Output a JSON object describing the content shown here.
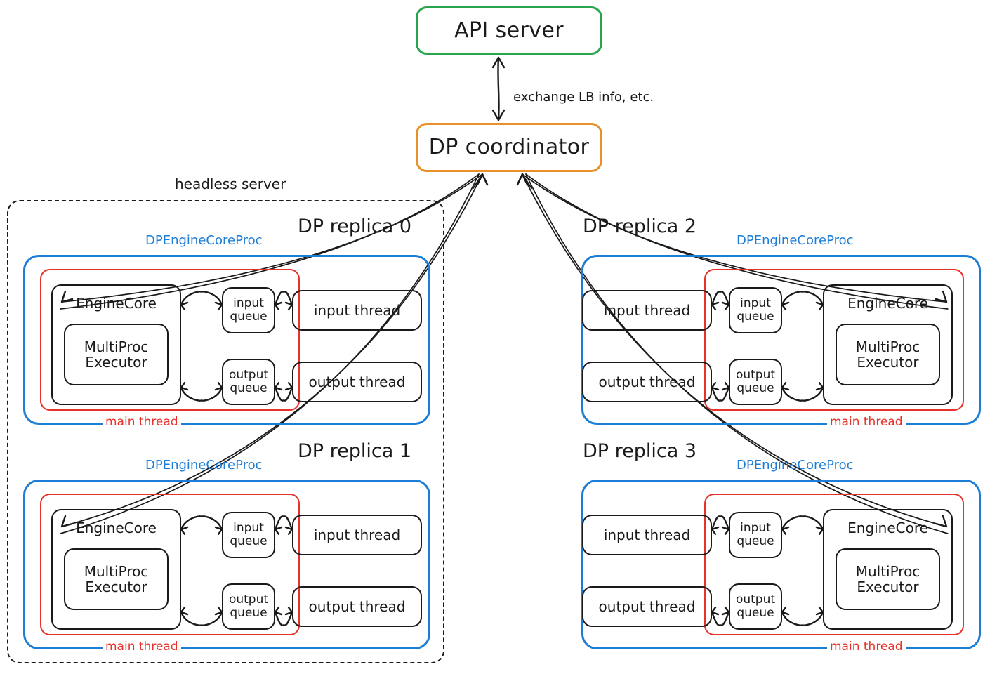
{
  "palette": {
    "green": "#2ba44e",
    "orange": "#e8912a",
    "blue": "#1c7dd6",
    "red": "#e8312a",
    "ink": "#1a1a1a"
  },
  "top": {
    "api_server": "API server",
    "dp_coordinator": "DP coordinator",
    "edge_label": "exchange LB info, etc."
  },
  "enclosure": {
    "headless_server": "headless server"
  },
  "node_labels": {
    "engine_core": "EngineCore",
    "multiproc_executor": "MultiProc\nExecutor",
    "input_queue": "input\nqueue",
    "output_queue": "output\nqueue",
    "input_thread": "input thread",
    "output_thread": "output thread",
    "proc": "DPEngineCoreProc",
    "main_thread": "main thread"
  },
  "replicas": [
    {
      "id": 0,
      "title": "DP replica 0",
      "side": "left",
      "in_headless": true
    },
    {
      "id": 1,
      "title": "DP replica 1",
      "side": "left",
      "in_headless": true
    },
    {
      "id": 2,
      "title": "DP replica 2",
      "side": "right",
      "in_headless": false
    },
    {
      "id": 3,
      "title": "DP replica 3",
      "side": "right",
      "in_headless": false
    }
  ]
}
